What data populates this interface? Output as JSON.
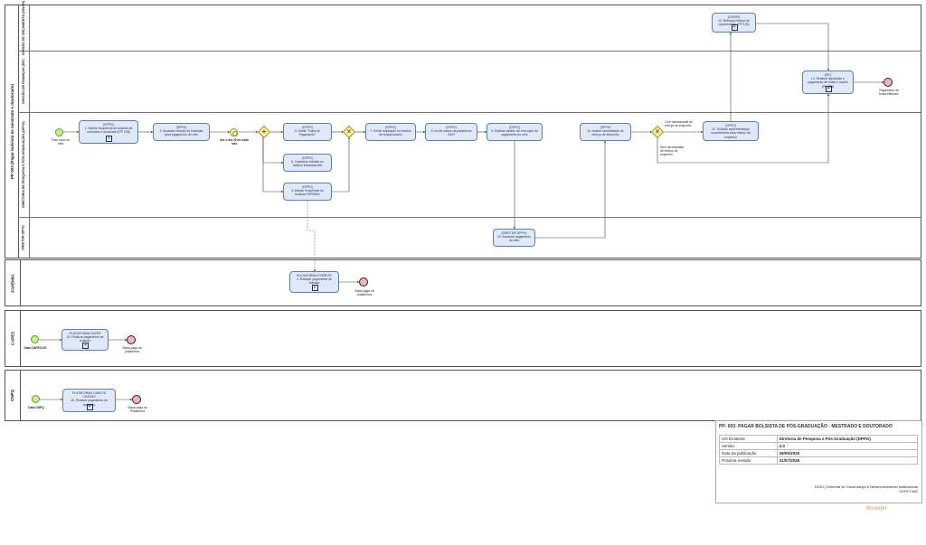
{
  "pools": {
    "dppg": {
      "label": "PP 003 (Pagar bolsista de mestrado e doutorado)",
      "lanes": {
        "orcamento": "DIVISÃO DE ORÇAMENTO (DIVOR)",
        "financas": "DIVISÃO DE FINANÇAS (DIF)",
        "dppg": "DIRETORIA DE PESQUISA E PÓS-GRADUAÇÃO (DPPG)",
        "diretor": "DIRETOR (DPG)"
      }
    },
    "fapemig": {
      "label": "FAPEMIG"
    },
    "capes": {
      "label": "CAPES"
    },
    "cnpq": {
      "label": "CNPQ"
    }
  },
  "events": {
    "start_dppg": "Todo início do mês",
    "timer_dppg": "Até o dia 25 de cada mês",
    "end_dppg": "Pagamento de bolsa efetuado",
    "end_fapemig": "Bolsa paga na plataforma",
    "start_capes": "Data CAPES-DS",
    "end_capes": "Bolsa paga na plataforma",
    "start_cnpq": "Data CNPQ",
    "end_cnpq": "Bolsa paga na Plataforma"
  },
  "tasks": {
    "t1": {
      "role": "(DPPG)",
      "text": "1. Validar frequência de bolsista de mestrado e doutorado (PP 155)"
    },
    "t2": {
      "role": "(DPPG)",
      "text": "2. Atualizar relação de bolsistas para pagamento do mês"
    },
    "t5": {
      "role": "(DPPG)",
      "text": "5. Emitir \"Folha de Pagamento\""
    },
    "t6": {
      "role": "(DPPG)",
      "text": "6. Cadastrar bolsista no módulo bolsas/auxílio"
    },
    "t3": {
      "role": "(DPPG)",
      "text": "3. Atestar frequência do bolsista FAPEMIG"
    },
    "t7": {
      "role": "(DPPG)",
      "text": "7. Emitir requisição no módulo de bolsas/auxílio"
    },
    "t8": {
      "role": "(DPPG)",
      "text": "8. Incluir dados na plataforma SAFI"
    },
    "t9": {
      "role": "(DPPG)",
      "text": "9. Solicitar pedido de execução de pagamento do mês"
    },
    "t10": {
      "role": "(DIRETOR DPPG)",
      "text": "10. Autorizar pagamento do mês"
    },
    "t11": {
      "role": "(DPPG)",
      "text": "11. Avaliar necessidade de reforço de empenho"
    },
    "t12": {
      "role": "(DPPG)",
      "text": "12. Solicitar suplementação orçamentária para reforço de empenho"
    },
    "t13": {
      "role": "(DIVOR)",
      "text": "13. Reforçar reforço de orçamentário (PP 133)"
    },
    "t14": {
      "role": "(DIF)",
      "text": "14. Realizar liquidação e pagamento de bolsa e auxílio (PP 136)"
    },
    "t4": {
      "role": "PLATAFORMA EVEREST",
      "text": "4. Realizar pagamento de bolsista"
    },
    "t15": {
      "role": "PLATAFORMA CAPES",
      "text": "15. Realizar pagamento de bolsista"
    },
    "t16": {
      "role": "PLATAFORMA CARLOS CHAGAS",
      "text": "16. Realizar pagamento de bolsistas"
    }
  },
  "flow_labels": {
    "com_necessidade": "Com necessidade de reforço de empenho",
    "sem_necessidade": "Sem necessidade de reforço de empenho"
  },
  "info": {
    "title": "PP- 003: PAGAR BOLSISTA DE PÓS-GRADUAÇÃO - MESTRADO E DOUTORADO",
    "rows": [
      {
        "k": "UO Emitente",
        "v": "Diretoria de Pesquisa e Pós-Graduação (DPPG)"
      },
      {
        "k": "Versão",
        "v": "2.0"
      },
      {
        "k": "Data da publicação",
        "v": "28/05/2025"
      },
      {
        "k": "Próxima revisão",
        "v": "31/07/2026"
      }
    ],
    "footer_1": "DGDI | Diretoria de Governança e Desenvolvimento Institucional",
    "footer_2": "CEFET-MG"
  },
  "watermark": "Modeler",
  "colors": {
    "task_fill": "#dfe9f7",
    "task_border": "#5a7fb8",
    "start": "#c8ec8e",
    "end": "#f3b2b2",
    "gateway": "#fff5a8"
  }
}
